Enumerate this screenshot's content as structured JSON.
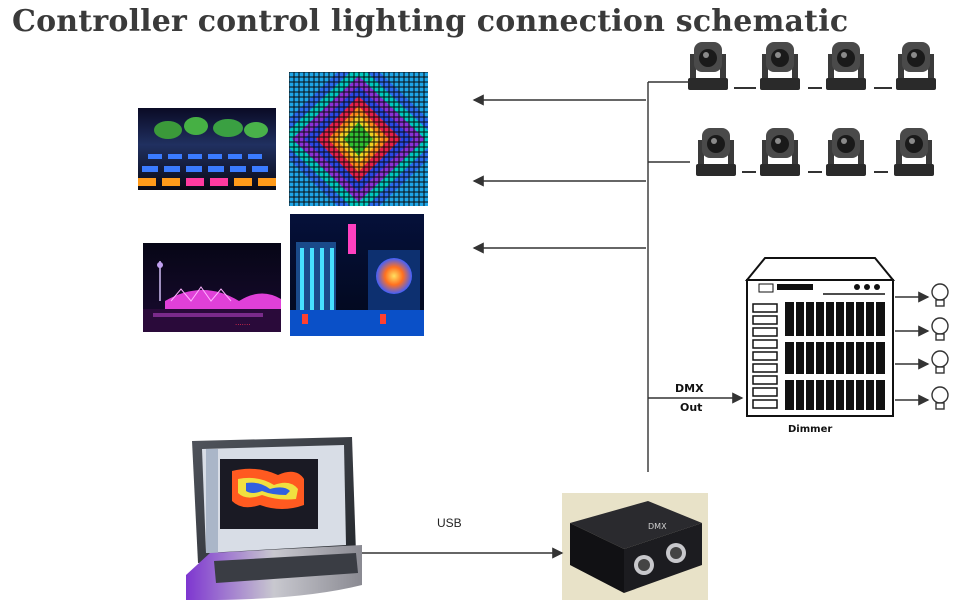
{
  "title": "Controller control lighting connection schematic",
  "labels": {
    "dmx": "DMX",
    "out": "Out",
    "dimmer": "Dimmer",
    "usb": "USB"
  },
  "images": {
    "plaza": "plaza-night-lights-photo",
    "led_panel": "rgb-led-matrix-panel",
    "bridge": "illuminated-bridge-photo",
    "building": "lit-building-facade-photo",
    "laptop": "laptop-with-control-software",
    "interface": "usb-dmx-interface-box",
    "dimmer": "dimmer-pack",
    "moving_heads": "moving-head-fixtures",
    "bulbs": "light-bulbs"
  },
  "colors": {
    "title": "#3a3a3a",
    "wire": "#333333"
  }
}
